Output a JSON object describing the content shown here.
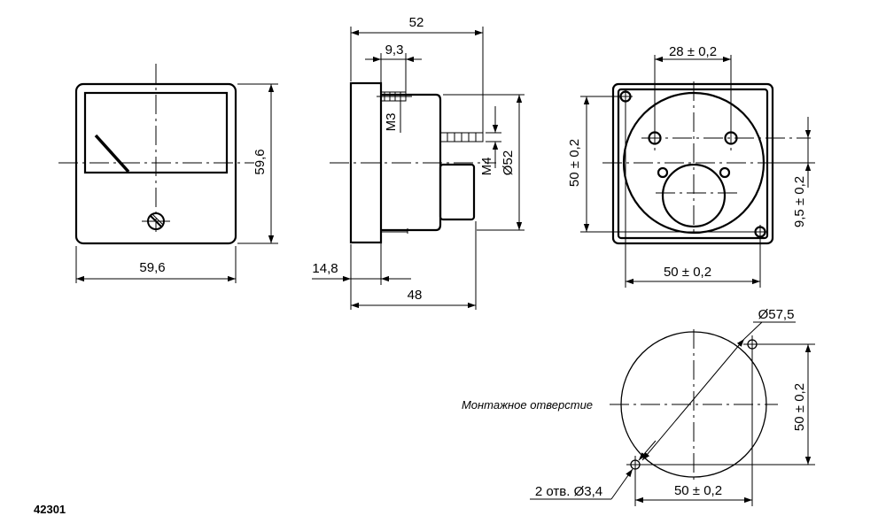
{
  "drawing_code": "42301",
  "front_view": {
    "width": "59,6",
    "height": "59,6"
  },
  "side_view": {
    "overall_length": "52",
    "body_depth": "48",
    "flange": "14,8",
    "screw_offset": "9,3",
    "screw_thread": "M3",
    "stud_thread": "M4",
    "body_diameter": "Ø52"
  },
  "rear_view": {
    "stud_spacing": "28 ± 0,2",
    "hole_spacing_vertical": "50 ± 0,2",
    "hole_spacing_horizontal": "50 ± 0,2",
    "stud_offset": "9,5 ± 0,2"
  },
  "mounting_cutout": {
    "title": "Монтажное отверстие",
    "diameter": "Ø57,5",
    "holes": "2 отв. Ø3,4",
    "hole_spacing_vertical": "50 ± 0,2",
    "hole_spacing_horizontal": "50 ± 0,2"
  },
  "colors": {
    "line": "#000000",
    "background": "#ffffff"
  }
}
